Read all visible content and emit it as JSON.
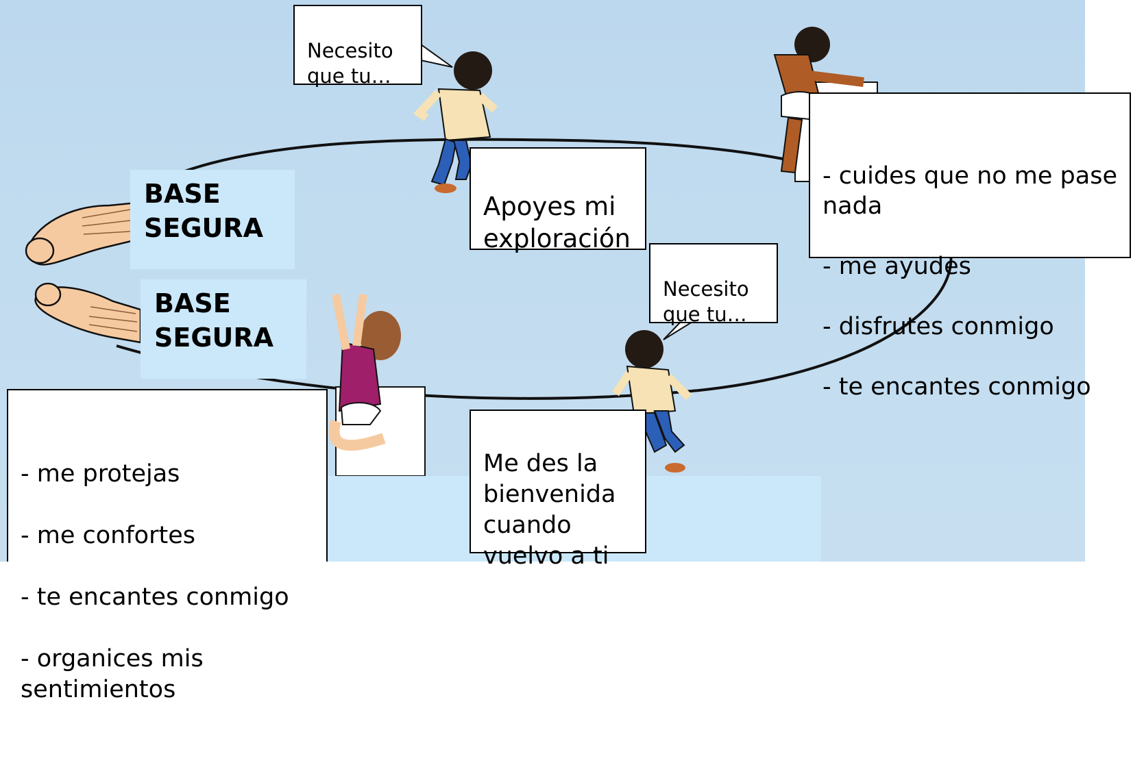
{
  "diagram": {
    "base_top": "BASE\nSEGURA",
    "base_bottom": "BASE\nSEGURA",
    "bubble_top": "Necesito\nque tu…",
    "bubble_right": "Necesito\nque tu…",
    "explore_box": "Apoyes mi\nexploración",
    "welcome_box": "Me des la\nbienvenida\ncuando\nvuelvo a ti",
    "top_needs": [
      "- cuides que no me pase\nnada",
      "- me ayudes",
      "- disfrutes conmigo",
      "- te encantes conmigo"
    ],
    "bottom_needs": [
      "- me protejas",
      "- me confortes",
      "- te encantes conmigo",
      "- organices mis\nsentimientos"
    ]
  },
  "colors": {
    "background": "#c2dcef",
    "label_background": "#cbe8fb",
    "skin": "#f6caa0",
    "shirt": "#f6e2b4",
    "pants": "#2c5fb8",
    "hair": "#241a14",
    "dress": "#a01f6a"
  }
}
